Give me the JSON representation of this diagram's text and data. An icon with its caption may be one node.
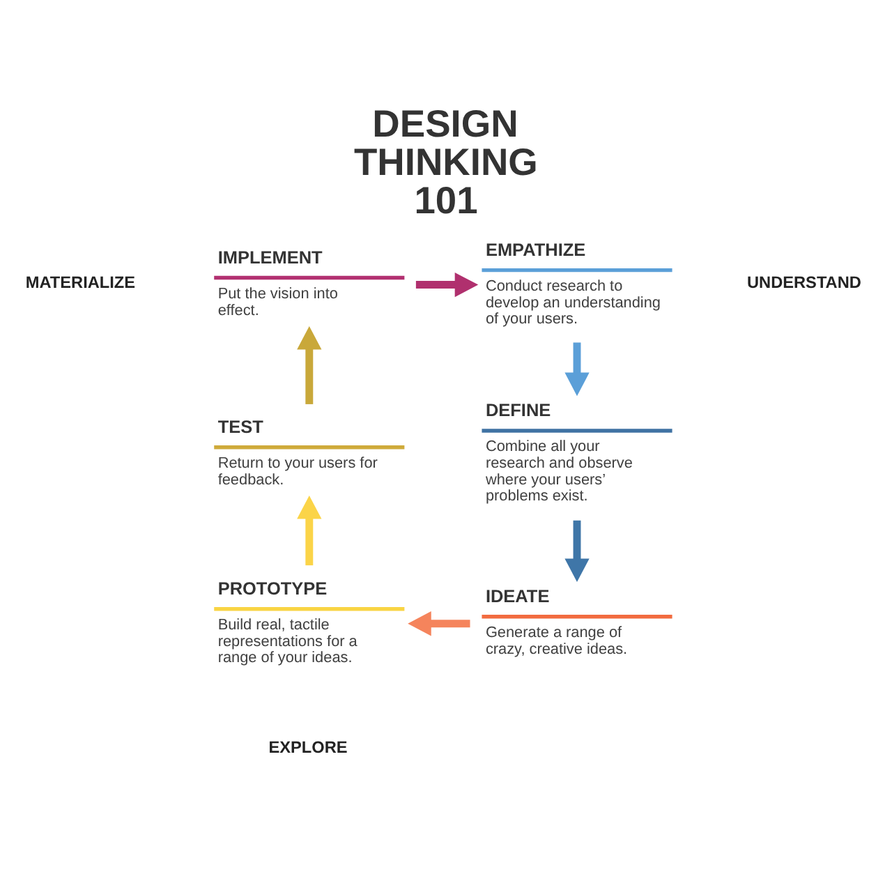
{
  "diagram": {
    "title": "DESIGN THINKING 101",
    "nodes": [
      {
        "text": [
          "EMPATHIZE",
          "Conduct research to develop an understanding of your users."
        ]
      },
      {
        "text": [
          "DEFINE",
          "Combine all your research and observe where your users’ problems exist."
        ]
      },
      {
        "text": [
          "IDEATE",
          "Generate a range of crazy, creative ideas."
        ]
      },
      {
        "text": [
          "PROTOTYPE",
          "Build real, tactile representations for a range of your ideas."
        ]
      },
      {
        "text": [
          "TEST",
          "Return to your users for feedback."
        ]
      },
      {
        "text": [
          "IMPLEMENT",
          "Put the vision into effect."
        ]
      }
    ],
    "edges": [
      {
        "from": 0,
        "to": 1,
        "arrow": "to",
        "color": "#5b9fd8"
      },
      {
        "from": 1,
        "to": 2,
        "arrow": "to",
        "color": "#3f76a8"
      },
      {
        "from": 2,
        "to": 3,
        "arrow": "to",
        "color": "#f5845c"
      },
      {
        "from": 3,
        "to": 4,
        "arrow": "to",
        "color": "#fbd448"
      },
      {
        "from": 4,
        "to": 5,
        "arrow": "to",
        "color": "#c9a83a"
      },
      {
        "from": 5,
        "to": 0,
        "arrow": "to",
        "color": "#b0306e"
      }
    ],
    "labels": [
      "MATERIALIZE",
      "UNDERSTAND",
      "EXPLORE"
    ]
  }
}
